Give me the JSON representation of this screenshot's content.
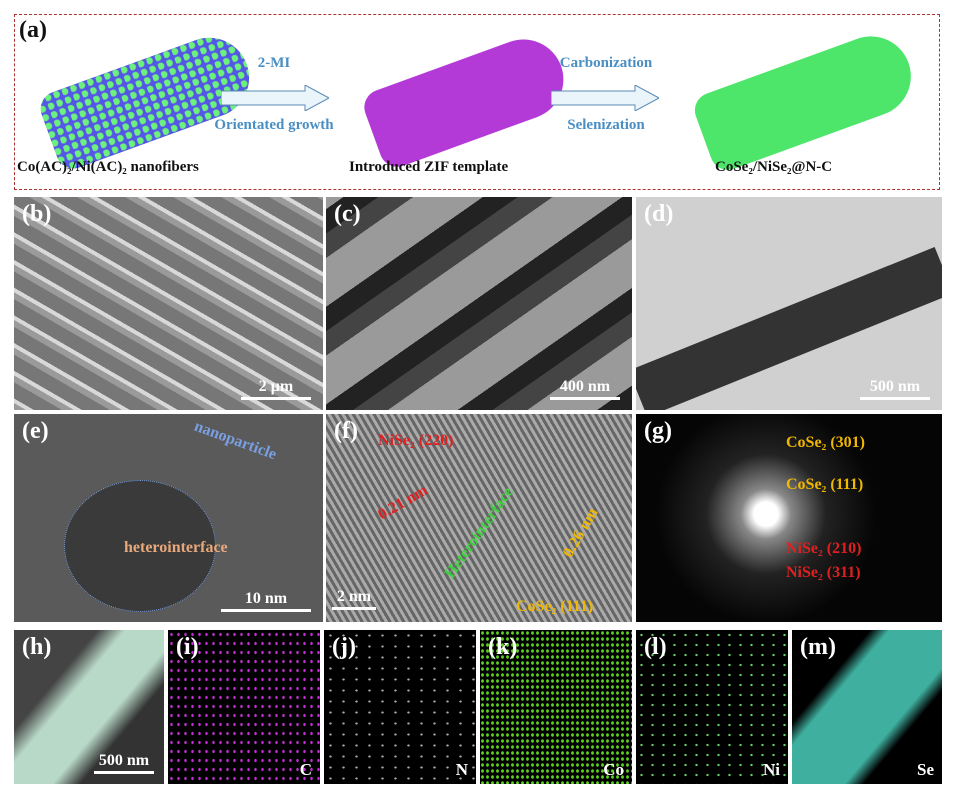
{
  "panel_a": {
    "label": "(a)",
    "stage1": "Co(AC)₂/Ni(AC)₂ nanofibers",
    "stage2": "Introduced ZIF template",
    "stage3": "CoSe₂/NiSe₂@N-C",
    "arrow1_top": "2-MI",
    "arrow1_bottom": "Orientated growth",
    "arrow2_top": "Carbonization",
    "arrow2_bottom": "Selenization"
  },
  "panel_b": {
    "label": "(b)",
    "scale": "2 μm"
  },
  "panel_c": {
    "label": "(c)",
    "scale": "400 nm"
  },
  "panel_d": {
    "label": "(d)",
    "scale": "500 nm"
  },
  "panel_e": {
    "label": "(e)",
    "nanoparticle": "nanoparticle",
    "heterointerface": "heterointerface",
    "scale": "10 nm"
  },
  "panel_f": {
    "label": "(f)",
    "nise2": "NiSe₂ (220)",
    "d1": "0.21 nm",
    "interface": "Heterointerface",
    "d2": "0.26 nm",
    "cose2": "CoSe₂ (111)",
    "scale": "2 nm"
  },
  "panel_g": {
    "label": "(g)",
    "rings": [
      "CoSe₂ (301)",
      "CoSe₂ (111)",
      "NiSe₂ (210)",
      "NiSe₂ (311)"
    ]
  },
  "eds": [
    {
      "label": "(h)",
      "element": "",
      "scale": "500 nm"
    },
    {
      "label": "(i)",
      "element": "C"
    },
    {
      "label": "(j)",
      "element": "N"
    },
    {
      "label": "(k)",
      "element": "Co"
    },
    {
      "label": "(l)",
      "element": "Ni"
    },
    {
      "label": "(m)",
      "element": "Se"
    }
  ],
  "colors": {
    "red": "#e02020",
    "yellow": "#f0b800",
    "green": "#3fcf3f",
    "blue": "#7a9fe0",
    "magenta": "#c030d0"
  }
}
